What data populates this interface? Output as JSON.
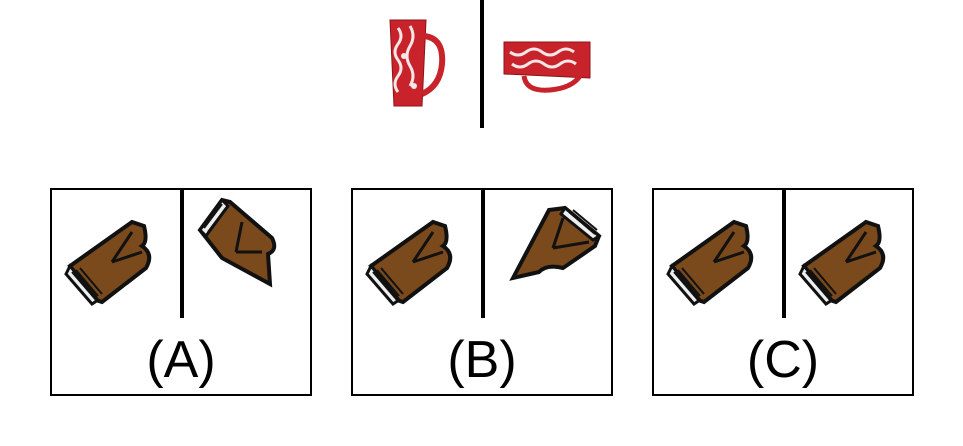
{
  "question": {
    "reference_pair": [
      "red-mug-upright",
      "red-mug-rotated"
    ]
  },
  "options": [
    {
      "label": "(A)",
      "left_item": "grand-piano",
      "right_item": "grand-piano-rotated"
    },
    {
      "label": "(B)",
      "left_item": "grand-piano",
      "right_item": "grand-piano-rotated"
    },
    {
      "label": "(C)",
      "left_item": "grand-piano",
      "right_item": "grand-piano"
    }
  ],
  "colors": {
    "mug_red": "#c8232a",
    "mug_pattern": "#f2e6e6",
    "piano_brown": "#7a4a1c",
    "piano_black": "#111111",
    "border": "#000000"
  }
}
